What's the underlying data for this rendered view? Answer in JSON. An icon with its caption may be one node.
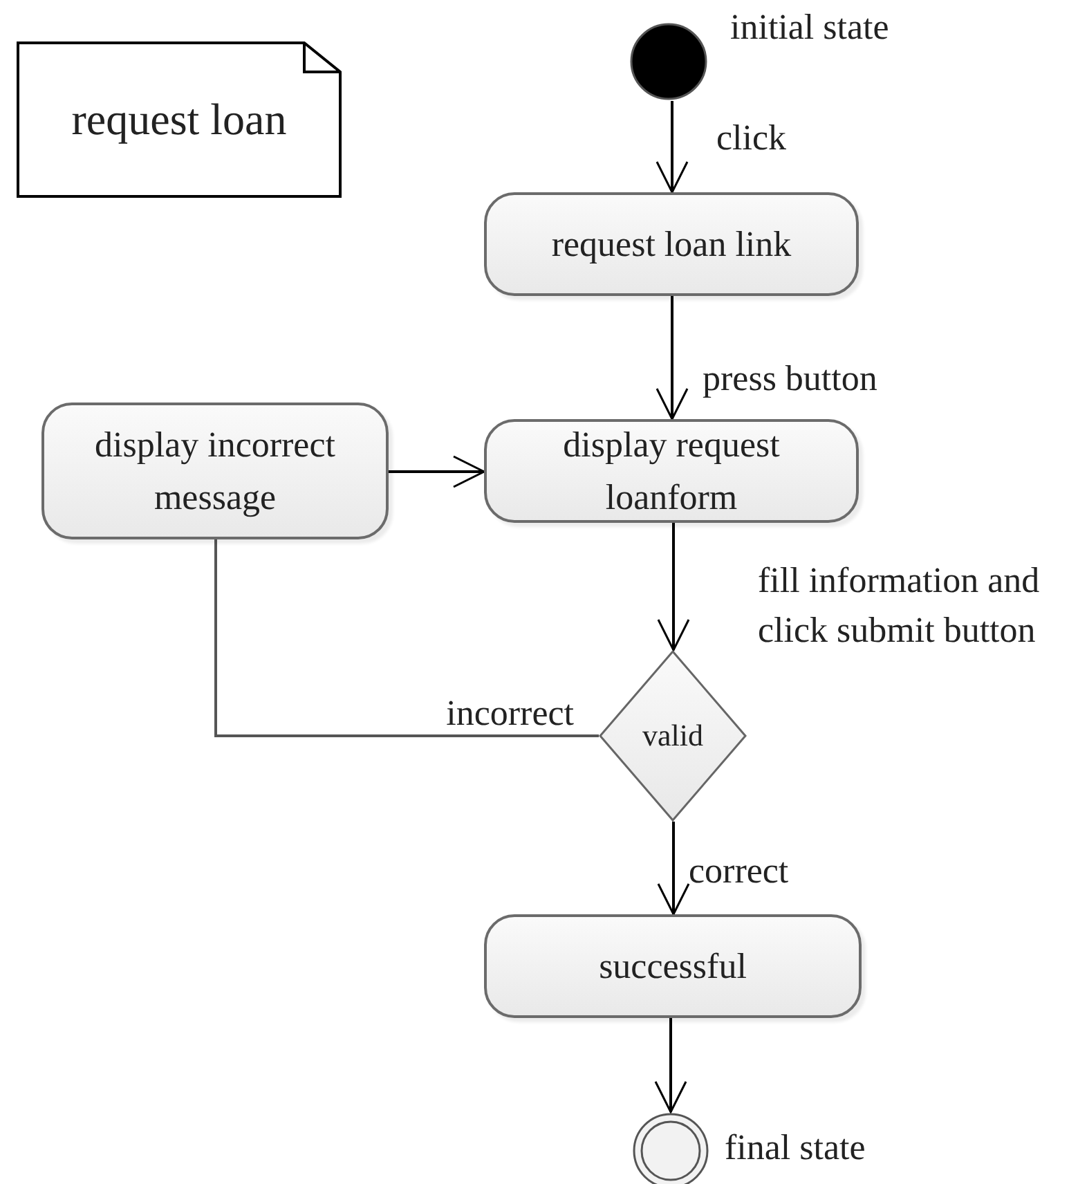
{
  "diagram": {
    "nodes": [
      {
        "text": [
          "request loan"
        ]
      },
      {
        "text": [],
        "shape": "circle",
        "beside": [
          "initial state"
        ]
      },
      {
        "text": [
          "request loan link"
        ]
      },
      {
        "text": [
          "display incorrect message"
        ]
      },
      {
        "text": [
          "display request loanform"
        ]
      },
      {
        "text": [
          "valid"
        ]
      },
      {
        "text": [
          "successful"
        ]
      },
      {
        "text": [],
        "shape": "circle",
        "beside": [
          "final state"
        ]
      }
    ],
    "edges": [
      {
        "from": 1,
        "to": 2,
        "arrow": "to",
        "label": "click"
      },
      {
        "from": 2,
        "to": 4,
        "arrow": "to",
        "label": "press button"
      },
      {
        "from": 3,
        "to": 4,
        "arrow": "to"
      },
      {
        "from": 4,
        "to": 5,
        "arrow": "to",
        "label": "fill information and click submit button"
      },
      {
        "from": 5,
        "to": 3,
        "arrow": "none",
        "label": "incorrect",
        "color": "#555555"
      },
      {
        "from": 5,
        "to": 6,
        "arrow": "to",
        "label": "correct"
      },
      {
        "from": 6,
        "to": 7,
        "arrow": "to"
      }
    ]
  }
}
